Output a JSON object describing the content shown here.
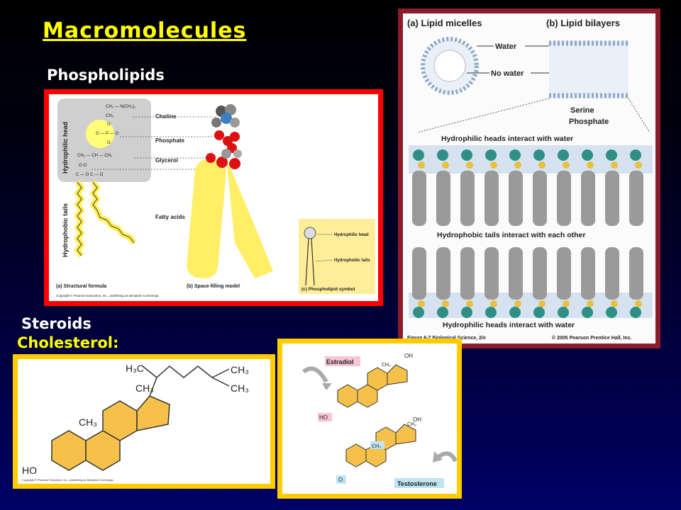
{
  "slide": {
    "title": "Macromolecules",
    "phospholipids_heading": "Phospholipids",
    "steroids_heading": "Steroids",
    "cholesterol_heading": "Cholesterol:"
  },
  "phospholipid_figure": {
    "label_hydrophilic_head": "Hydrophilic head",
    "label_hydrophobic_tails": "Hydrophobic tails",
    "label_choline": "Choline",
    "label_phosphate": "Phosphate",
    "label_glycerol": "Glycerol",
    "label_fatty_acids": "Fatty acids",
    "chem_choline_a": "CH₂ — N(CH₃)₃",
    "chem_choline_b": "CH₂",
    "chem_phosphate": "O — P — O⁻",
    "chem_o_top": "O",
    "chem_o_bottom": "O",
    "chem_glycerol": "CH₂ — CH — CH₂",
    "chem_glycerol_o": "O      O",
    "chem_ester": "C — O  C — O",
    "caption_a": "(a) Structural formula",
    "caption_b": "(b) Space-filling model",
    "caption_c": "(c) Phospholipid symbol",
    "symbol_head": "Hydrophilic head",
    "symbol_tails": "Hydrophobic tails",
    "copyright": "Copyright © Pearson Education, Inc., publishing as Benjamin Cummings."
  },
  "bilayer_figure": {
    "label_a": "(a) Lipid micelles",
    "label_b": "(b) Lipid bilayers",
    "label_water": "Water",
    "label_no_water": "No water",
    "label_serine": "Serine",
    "label_phosphate": "Phosphate",
    "text_heads_top": "Hydrophilic heads interact with water",
    "text_tails": "Hydrophobic tails interact with each other",
    "text_heads_bottom": "Hydrophilic heads interact with water",
    "caption_figure": "Figure 6-7  Biological Science, 2/e",
    "caption_copyright": "© 2005 Pearson Prentice Hall, Inc."
  },
  "cholesterol_figure": {
    "h3c": "H₃C",
    "ch3_a": "CH₃",
    "ch3_b": "CH₃",
    "ch3_c": "CH₃",
    "ch3_d": "CH₃",
    "ho": "HO",
    "copyright": "Copyright © Pearson Education, Inc., publishing as Benjamin Cummings."
  },
  "hormones_figure": {
    "estradiol": "Estradiol",
    "testosterone": "Testosterone",
    "oh_a": "OH",
    "oh_b": "OH",
    "ch3_a": "CH₃",
    "ch3_b": "CH₃",
    "ch3_c": "CH₃",
    "ho": "HO",
    "o": "O"
  },
  "colors": {
    "title": "#ffff00",
    "panel_red": "#ff0000",
    "panel_maroon": "#8b1c2c",
    "panel_yellow": "#ffcc00",
    "ring_fill": "#f5c14a"
  }
}
